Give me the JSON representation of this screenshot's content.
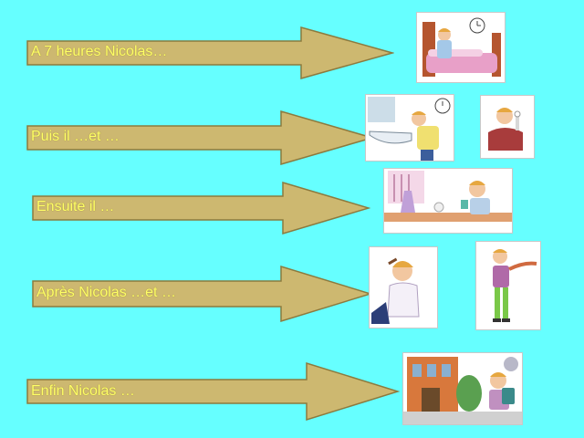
{
  "slide": {
    "background": "#66FFFF",
    "arrow_fill": "#CDB870",
    "arrow_stroke": "#8C7A3E",
    "text_color": "#FFFF66",
    "arrows": [
      {
        "label": "A 7 heures Nicolas…"
      },
      {
        "label": "Puis il …et …"
      },
      {
        "label": "Ensuite il …"
      },
      {
        "label": "Après Nicolas …et …"
      },
      {
        "label": "Enfin Nicolas …"
      }
    ],
    "pictures": [
      {
        "icon": "waking-up-illustration"
      },
      {
        "icon": "washing-face-illustration"
      },
      {
        "icon": "brushing-teeth-illustration"
      },
      {
        "icon": "breakfast-illustration"
      },
      {
        "icon": "combing-hair-illustration"
      },
      {
        "icon": "getting-dressed-illustration"
      },
      {
        "icon": "going-to-school-illustration"
      }
    ]
  }
}
